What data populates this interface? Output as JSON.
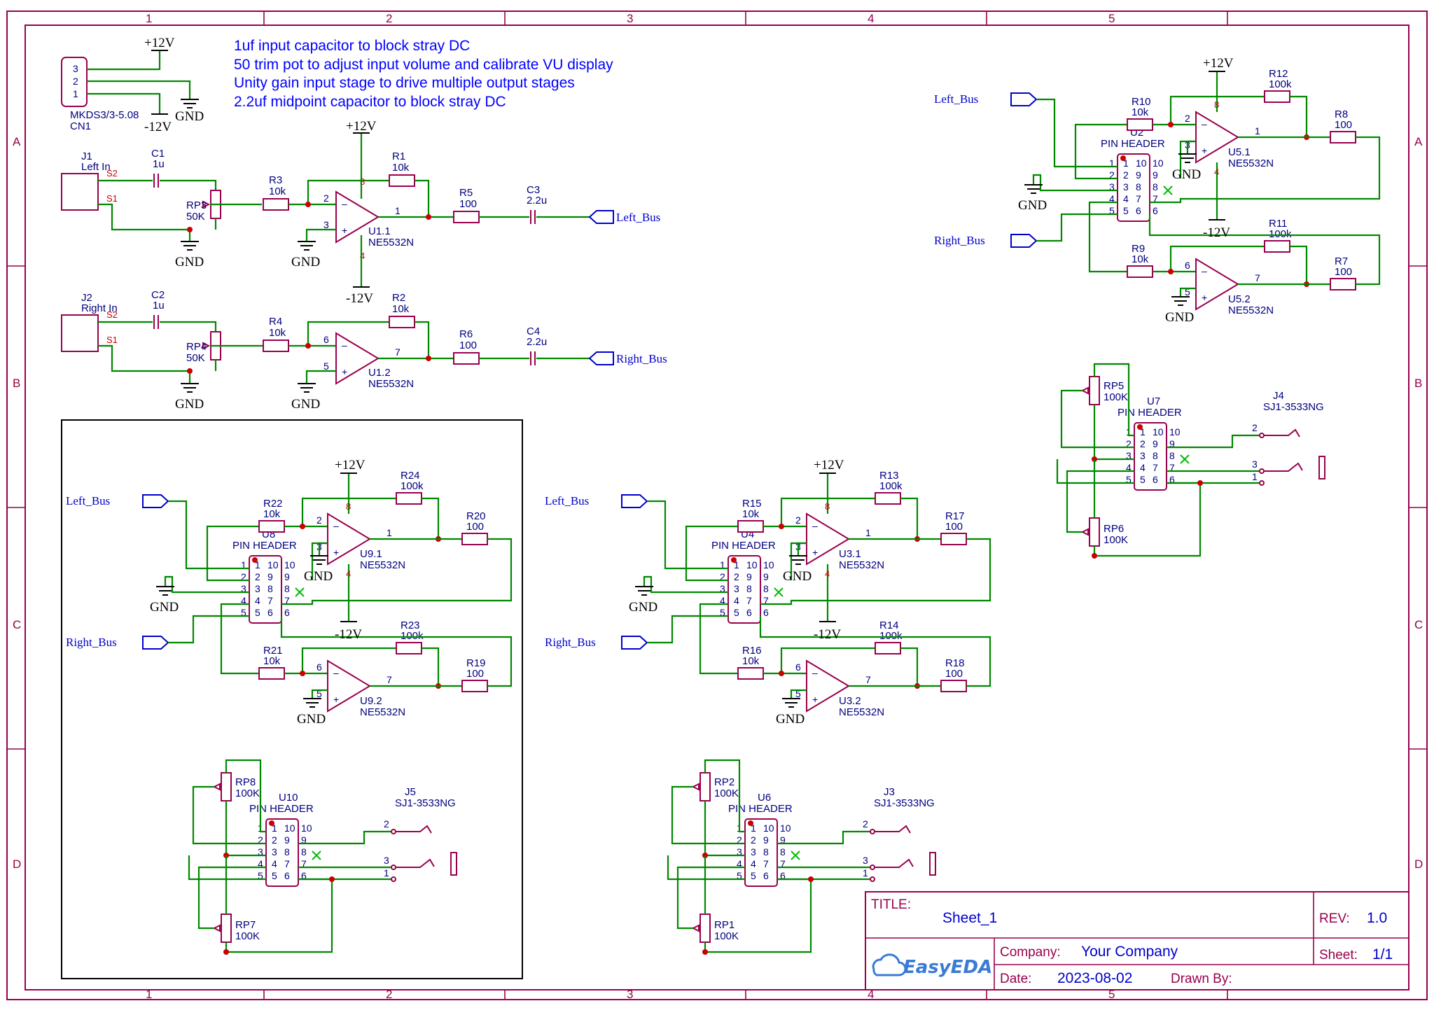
{
  "notes": [
    "1uf input capacitor to block stray DC",
    "50 trim pot to adjust input volume and calibrate VU display",
    "Unity gain input stage to drive multiple output stages",
    "2.2uf midpoint capacitor to block stray DC"
  ],
  "border": {
    "cols": [
      "1",
      "2",
      "3",
      "4",
      "5"
    ],
    "rows": [
      "A",
      "B",
      "C",
      "D"
    ]
  },
  "power": {
    "vpos": "+12V",
    "vneg": "-12V",
    "gnd": "GND"
  },
  "nets": {
    "left": "Left_Bus",
    "right": "Right_Bus"
  },
  "cn1": {
    "pins": [
      "3",
      "2",
      "1"
    ],
    "part": "MKDS3/3-5.08",
    "ref": "CN1"
  },
  "input_left": {
    "jack_ref": "J1",
    "jack_label": "Left In",
    "s2": "S2",
    "s1": "S1",
    "cap_ref": "C1",
    "cap_val": "1u",
    "pot_ref": "RP3",
    "pot_val": "50K",
    "rin_ref": "R3",
    "rin_val": "10k",
    "rf_ref": "R1",
    "rf_val": "10k",
    "rout_ref": "R5",
    "rout_val": "100",
    "cout_ref": "C3",
    "cout_val": "2.2u",
    "opamp_ref": "U1.1",
    "opamp_part": "NE5532N",
    "pin_inv": "2",
    "pin_noninv": "3",
    "pin_out": "1",
    "pin_vp": "8",
    "pin_vn": "4"
  },
  "input_right": {
    "jack_ref": "J2",
    "jack_label": "Right In",
    "s2": "S2",
    "s1": "S1",
    "cap_ref": "C2",
    "cap_val": "1u",
    "pot_ref": "RP4",
    "pot_val": "50K",
    "rin_ref": "R4",
    "rin_val": "10k",
    "rf_ref": "R2",
    "rf_val": "10k",
    "rout_ref": "R6",
    "rout_val": "100",
    "cout_ref": "C4",
    "cout_val": "2.2u",
    "opamp_ref": "U1.2",
    "opamp_part": "NE5532N",
    "pin_inv": "6",
    "pin_noninv": "5",
    "pin_out": "7"
  },
  "header": {
    "title": "PIN HEADER",
    "left_pins": [
      "1",
      "2",
      "3",
      "4",
      "5"
    ],
    "right_pins": [
      "10",
      "9",
      "8",
      "7",
      "6"
    ]
  },
  "stage_tr": {
    "header_ref": "U2",
    "top": {
      "rin": "R10",
      "rin_val": "10k",
      "rf": "R12",
      "rf_val": "100k",
      "rout": "R8",
      "rout_val": "100",
      "op": "U5.1",
      "pin_a": "2",
      "pin_b": "3",
      "pin_out": "1"
    },
    "bot": {
      "rin": "R9",
      "rin_val": "10k",
      "rf": "R11",
      "rf_val": "100k",
      "rout": "R7",
      "rout_val": "100",
      "op": "U5.2",
      "pin_a": "6",
      "pin_b": "5",
      "pin_out": "7"
    }
  },
  "stage_a": {
    "header_ref": "U8",
    "top": {
      "rin": "R22",
      "rin_val": "10k",
      "rf": "R24",
      "rf_val": "100k",
      "rout": "R20",
      "rout_val": "100",
      "op": "U9.1",
      "pin_a": "2",
      "pin_b": "3",
      "pin_out": "1"
    },
    "bot": {
      "rin": "R21",
      "rin_val": "10k",
      "rf": "R23",
      "rf_val": "100k",
      "rout": "R19",
      "rout_val": "100",
      "op": "U9.2",
      "pin_a": "6",
      "pin_b": "5",
      "pin_out": "7"
    }
  },
  "stage_b": {
    "header_ref": "U4",
    "top": {
      "rin": "R15",
      "rin_val": "10k",
      "rf": "R13",
      "rf_val": "100k",
      "rout": "R17",
      "rout_val": "100",
      "op": "U3.1",
      "pin_a": "2",
      "pin_b": "3",
      "pin_out": "1"
    },
    "bot": {
      "rin": "R16",
      "rin_val": "10k",
      "rf": "R14",
      "rf_val": "100k",
      "rout": "R18",
      "rout_val": "100",
      "op": "U3.2",
      "pin_a": "6",
      "pin_b": "5",
      "pin_out": "7"
    }
  },
  "out_tr": {
    "header_ref": "U7",
    "pot_top": "RP5",
    "pot_top_val": "100K",
    "pot_bot": "RP6",
    "pot_bot_val": "100K",
    "jack": "J4",
    "jack_part": "SJ1-3533NG",
    "jpins": [
      "2",
      "3",
      "1"
    ]
  },
  "out_a": {
    "header_ref": "U10",
    "pot_top": "RP8",
    "pot_top_val": "100K",
    "pot_bot": "RP7",
    "pot_bot_val": "100K",
    "jack": "J5",
    "jack_part": "SJ1-3533NG",
    "jpins": [
      "2",
      "3",
      "1"
    ]
  },
  "out_b": {
    "header_ref": "U6",
    "pot_top": "RP2",
    "pot_top_val": "100K",
    "pot_bot": "RP1",
    "pot_bot_val": "100K",
    "jack": "J3",
    "jack_part": "SJ1-3533NG",
    "jpins": [
      "2",
      "3",
      "1"
    ]
  },
  "title_block": {
    "title_label": "TITLE:",
    "title": "Sheet_1",
    "rev_label": "REV:",
    "rev": "1.0",
    "company_label": "Company:",
    "company": "Your Company",
    "sheet_label": "Sheet:",
    "sheet": "1/1",
    "date_label": "Date:",
    "date": "2023-08-02",
    "drawn_label": "Drawn By:",
    "logo": "EasyEDA"
  }
}
